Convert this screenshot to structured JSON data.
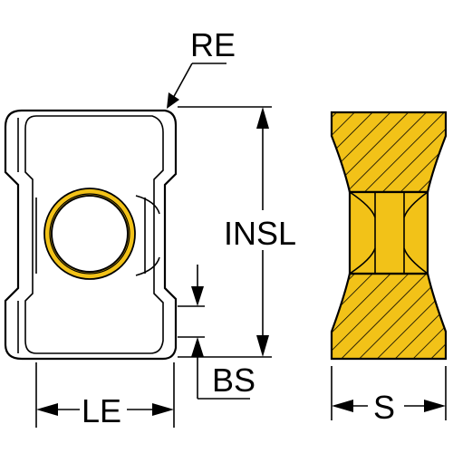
{
  "colors": {
    "insert_fill": "#f2c218",
    "insert_shade": "#d9a50f",
    "outline": "#000000",
    "hole": "#ffffff"
  },
  "labels": {
    "re": "RE",
    "insl": "INSL",
    "bs": "BS",
    "le": "LE",
    "s": "S"
  }
}
